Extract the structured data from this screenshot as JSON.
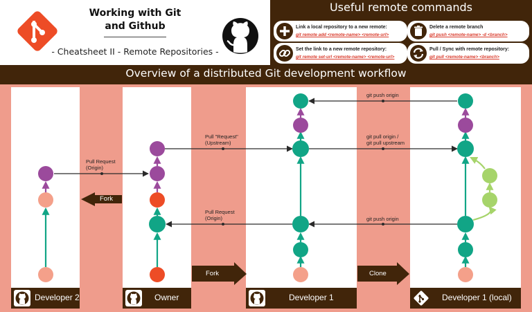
{
  "header": {
    "title_line1": "Working with Git",
    "title_line2": "and Github",
    "subtitle": "- Cheatsheet II - Remote Repositories -"
  },
  "commands": {
    "title": "Useful remote commands",
    "items": [
      {
        "label": "Link a local repository to a new remote:",
        "code": "git remote add <remote-name> <remote-url>",
        "icon": "plus-icon"
      },
      {
        "label": "Delete a remote branch",
        "code": "git push <remote-name> -d <branch>",
        "icon": "trash-icon"
      },
      {
        "label": "Set the link to a new remote repository:",
        "code": "git remote set-url <remote-name> <remote-url>",
        "icon": "link-icon"
      },
      {
        "label": "Pull / Sync with remote repository:",
        "code": "git pull <remote-name> <branch>",
        "icon": "sync-icon"
      }
    ]
  },
  "workflow": {
    "title": "Overview of a distributed Git development workflow",
    "lanes": [
      {
        "label": "Developer 2",
        "icon": "github-icon"
      },
      {
        "label": "Owner",
        "icon": "github-icon"
      },
      {
        "label": "Developer 1",
        "icon": "github-icon"
      },
      {
        "label": "Developer 1 (local)",
        "icon": "git-icon"
      }
    ],
    "edges": {
      "push_origin_top": "git push origin",
      "pull_upstream_1": "git pull origin /",
      "pull_upstream_2": "git pull upstream",
      "pull_request_upstream_1": "Pull \"Request\"",
      "pull_request_upstream_2": "(Upstream)",
      "pull_request_origin_1": "Pull Request",
      "pull_request_origin_2": "(Origin)",
      "pull_request_origin_b1": "Pull Request",
      "pull_request_origin_b2": "(Origin)",
      "push_origin_bottom": "git push origin"
    },
    "arrows": {
      "fork_left": "Fork",
      "fork_bottom": "Fork",
      "clone": "Clone"
    },
    "colors": {
      "teal": "#11a586",
      "purple": "#9b4a9c",
      "salmon": "#f4a08a",
      "red": "#ed4c26",
      "green": "#a6d46a",
      "brown": "#41250a",
      "pink_bg": "#ef9c8c"
    }
  }
}
